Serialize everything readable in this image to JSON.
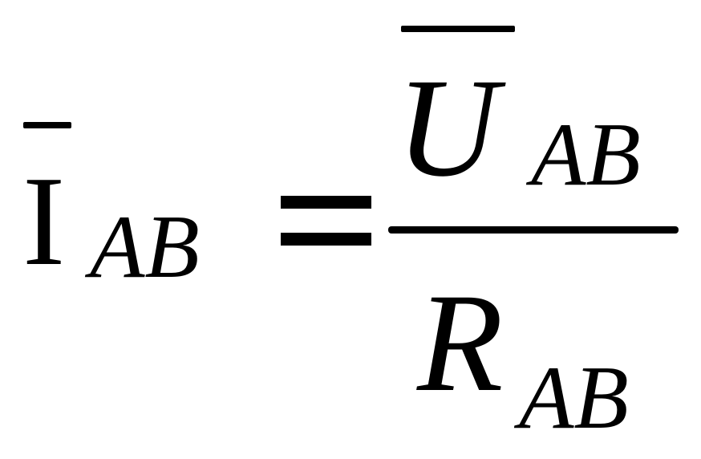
{
  "formula": {
    "lhs": {
      "symbol": "I",
      "subscript": "AB",
      "overbar": true
    },
    "relation": "=",
    "numerator": {
      "symbol": "U",
      "subscript": "AB",
      "overbar": true
    },
    "denominator": {
      "symbol": "R",
      "subscript": "AB",
      "overbar": false
    }
  },
  "colors": {
    "text": "#000000",
    "background": "#ffffff"
  }
}
